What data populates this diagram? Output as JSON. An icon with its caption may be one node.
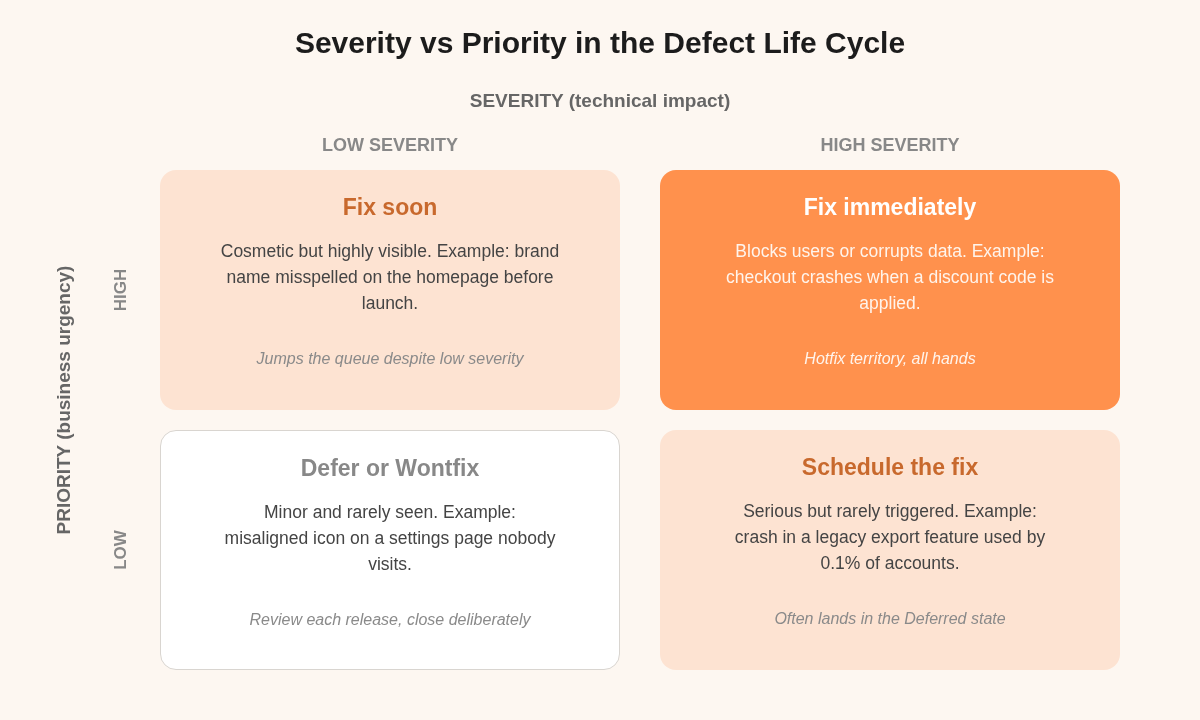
{
  "diagram": {
    "title": "Severity vs Priority in the Defect Life Cycle",
    "nodes": [
      {
        "text": [
          "Fix soon",
          "Cosmetic but highly visible. Example: brand name misspelled on the homepage before launch.",
          "Jumps the queue despite low severity"
        ]
      },
      {
        "text": [
          "Fix immediately",
          "Blocks users or corrupts data. Example: checkout crashes when a discount code is applied.",
          "Hotfix territory, all hands"
        ]
      },
      {
        "text": [
          "Defer or Wontfix",
          "Minor and rarely seen. Example: misaligned icon on a settings page nobody visits.",
          "Review each release, close deliberately"
        ]
      },
      {
        "text": [
          "Schedule the fix",
          "Serious but rarely triggered. Example: crash in a legacy export feature used by 0.1% of accounts.",
          "Often lands in the Deferred state"
        ]
      }
    ],
    "labels": [
      "SEVERITY (technical impact)",
      "LOW SEVERITY",
      "HIGH SEVERITY",
      "PRIORITY (business urgency)",
      "HIGH",
      "LOW"
    ]
  }
}
